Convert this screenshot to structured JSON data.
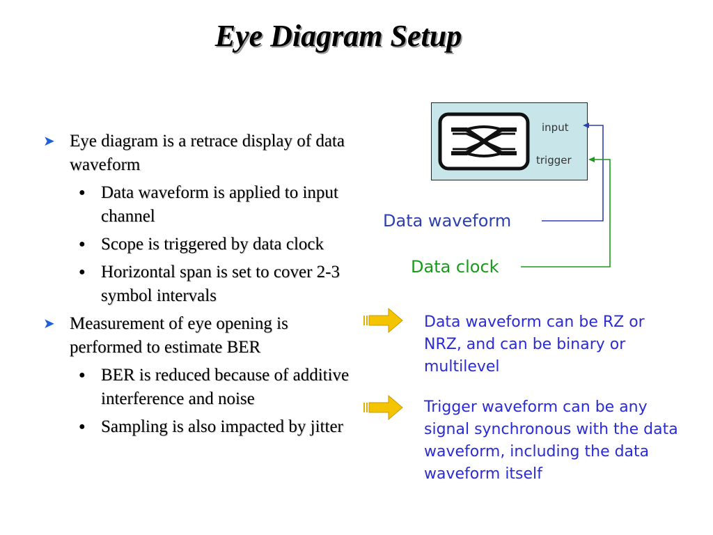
{
  "title": "Eye Diagram Setup",
  "bullets": [
    {
      "text": "Eye diagram is a retrace display of data waveform",
      "sub": [
        "Data waveform is applied to input channel",
        "Scope is triggered by data clock",
        "Horizontal span is set to cover 2-3 symbol intervals"
      ]
    },
    {
      "text": "Measurement of eye opening is performed to estimate BER",
      "sub": [
        "BER is reduced because of additive interference and noise",
        "Sampling is also impacted by jitter"
      ]
    }
  ],
  "diagram": {
    "input_label": "input",
    "trigger_label": "trigger",
    "data_waveform_label": "Data waveform",
    "data_clock_label": "Data clock",
    "colors": {
      "waveform": "#2b3fb0",
      "clock": "#1a9a1a",
      "scope_bg": "#c8e6ea",
      "arrow": "#f5c400"
    }
  },
  "notes": [
    "Data waveform can be RZ or NRZ, and can be binary or multilevel",
    "Trigger waveform can be any signal synchronous with the data waveform, including the data waveform itself"
  ]
}
